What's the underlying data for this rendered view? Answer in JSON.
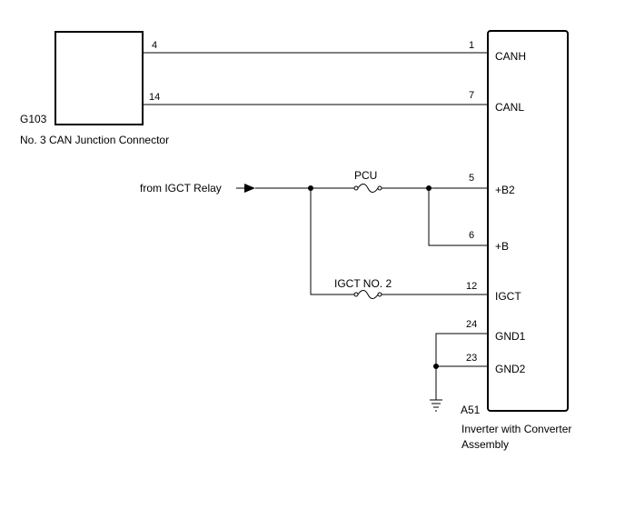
{
  "left_connector": {
    "code": "G103",
    "name": "No. 3 CAN Junction Connector",
    "pins": [
      "4",
      "14"
    ]
  },
  "right_component": {
    "code": "A51",
    "name_line1": "Inverter with Converter",
    "name_line2": "Assembly",
    "pins": [
      {
        "number": "1",
        "label": "CANH"
      },
      {
        "number": "7",
        "label": "CANL"
      },
      {
        "number": "5",
        "label": "+B2"
      },
      {
        "number": "6",
        "label": "+B"
      },
      {
        "number": "12",
        "label": "IGCT"
      },
      {
        "number": "24",
        "label": "GND1"
      },
      {
        "number": "23",
        "label": "GND2"
      }
    ]
  },
  "source": {
    "label": "from IGCT Relay"
  },
  "fuses": [
    {
      "label": "PCU"
    },
    {
      "label": "IGCT NO. 2"
    }
  ],
  "icons": [
    "arrow-icon",
    "fuse-icon",
    "ground-icon"
  ]
}
